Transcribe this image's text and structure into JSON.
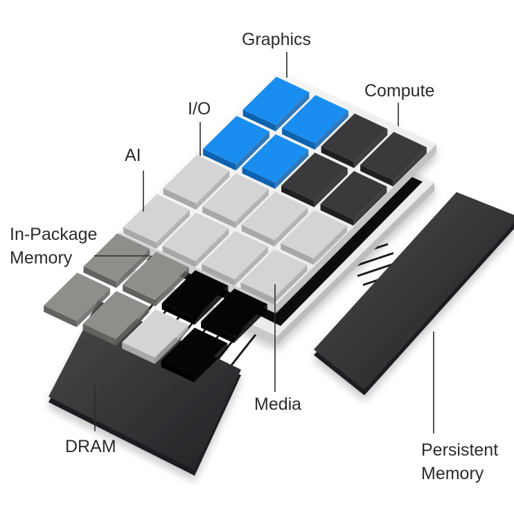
{
  "labels": {
    "graphics": "Graphics",
    "compute": "Compute",
    "io": "I/O",
    "ai": "AI",
    "in_package_memory": [
      "In-Package",
      "Memory"
    ],
    "media": "Media",
    "dram": "DRAM",
    "persistent_memory": [
      "Persistent",
      "Memory"
    ]
  },
  "colors": {
    "graphics_tile": "#1a8ef0",
    "compute_tile": "#3a3a3c",
    "io_tile": "#d4d4d6",
    "ai_tile": "#8e8e8a",
    "media_tile": "#050505",
    "memory_module": "#333335",
    "substrate": "#f3f3f3"
  }
}
